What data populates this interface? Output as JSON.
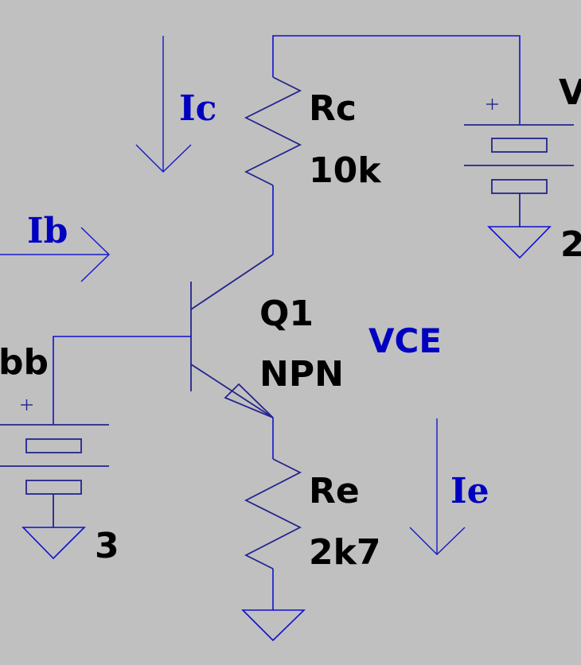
{
  "schematic": {
    "background": "#C0C0C0",
    "wire_color": "#1010D0",
    "label_color": "#000000",
    "current_label_color": "#0000C0",
    "components": {
      "rc": {
        "name": "Rc",
        "value": "10k"
      },
      "re": {
        "name": "Re",
        "value": "2k7"
      },
      "q1": {
        "name": "Q1",
        "type": "NPN"
      },
      "vcc": {
        "name_visible": "V",
        "value_visible": "2"
      },
      "vbb": {
        "name_visible": "bb",
        "value_visible": "3"
      }
    },
    "annotations": {
      "ic": "Ic",
      "ib": "Ib",
      "ie": "Ie",
      "vce": "VCE"
    },
    "battery_polarity_symbol": "+"
  }
}
